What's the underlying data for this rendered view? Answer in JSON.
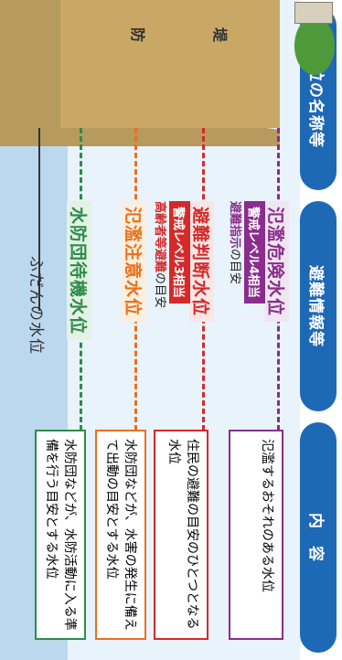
{
  "headers": {
    "name": "水位の名称等",
    "info": "避難情報等",
    "content": "内　容"
  },
  "levels": [
    {
      "name": "氾濫危険水位",
      "color": "#8a2d8c",
      "tag": "警戒レベル4相当",
      "sub_bold": "避難指示",
      "sub_rest": "の目安",
      "content": "氾濫するおそれのある水位"
    },
    {
      "name": "避難判断水位",
      "color": "#d42a2a",
      "tag": "警戒レベル3相当",
      "sub_bold": "高齢者等避難",
      "sub_rest": "の目安",
      "content": "住民の避難の目安のひとつとなる水位"
    },
    {
      "name": "氾濫注意水位",
      "color": "#e8711f",
      "info": "水防団などが、水害の発生に備えて出動の目安とする水位"
    },
    {
      "name": "水防団待機水位",
      "color": "#2e8c48",
      "info": "水防団などが、水防活動に入る準備を行う目安とする水位"
    },
    {
      "name": "ふだんの水位",
      "color": "#333333"
    }
  ],
  "bank": {
    "label1": "堤",
    "label2": "防"
  },
  "colors": {
    "header": "#1e69b6",
    "water": "#cfe3f5",
    "bank": "#b79a5e",
    "tree": "#4e9a3a"
  }
}
